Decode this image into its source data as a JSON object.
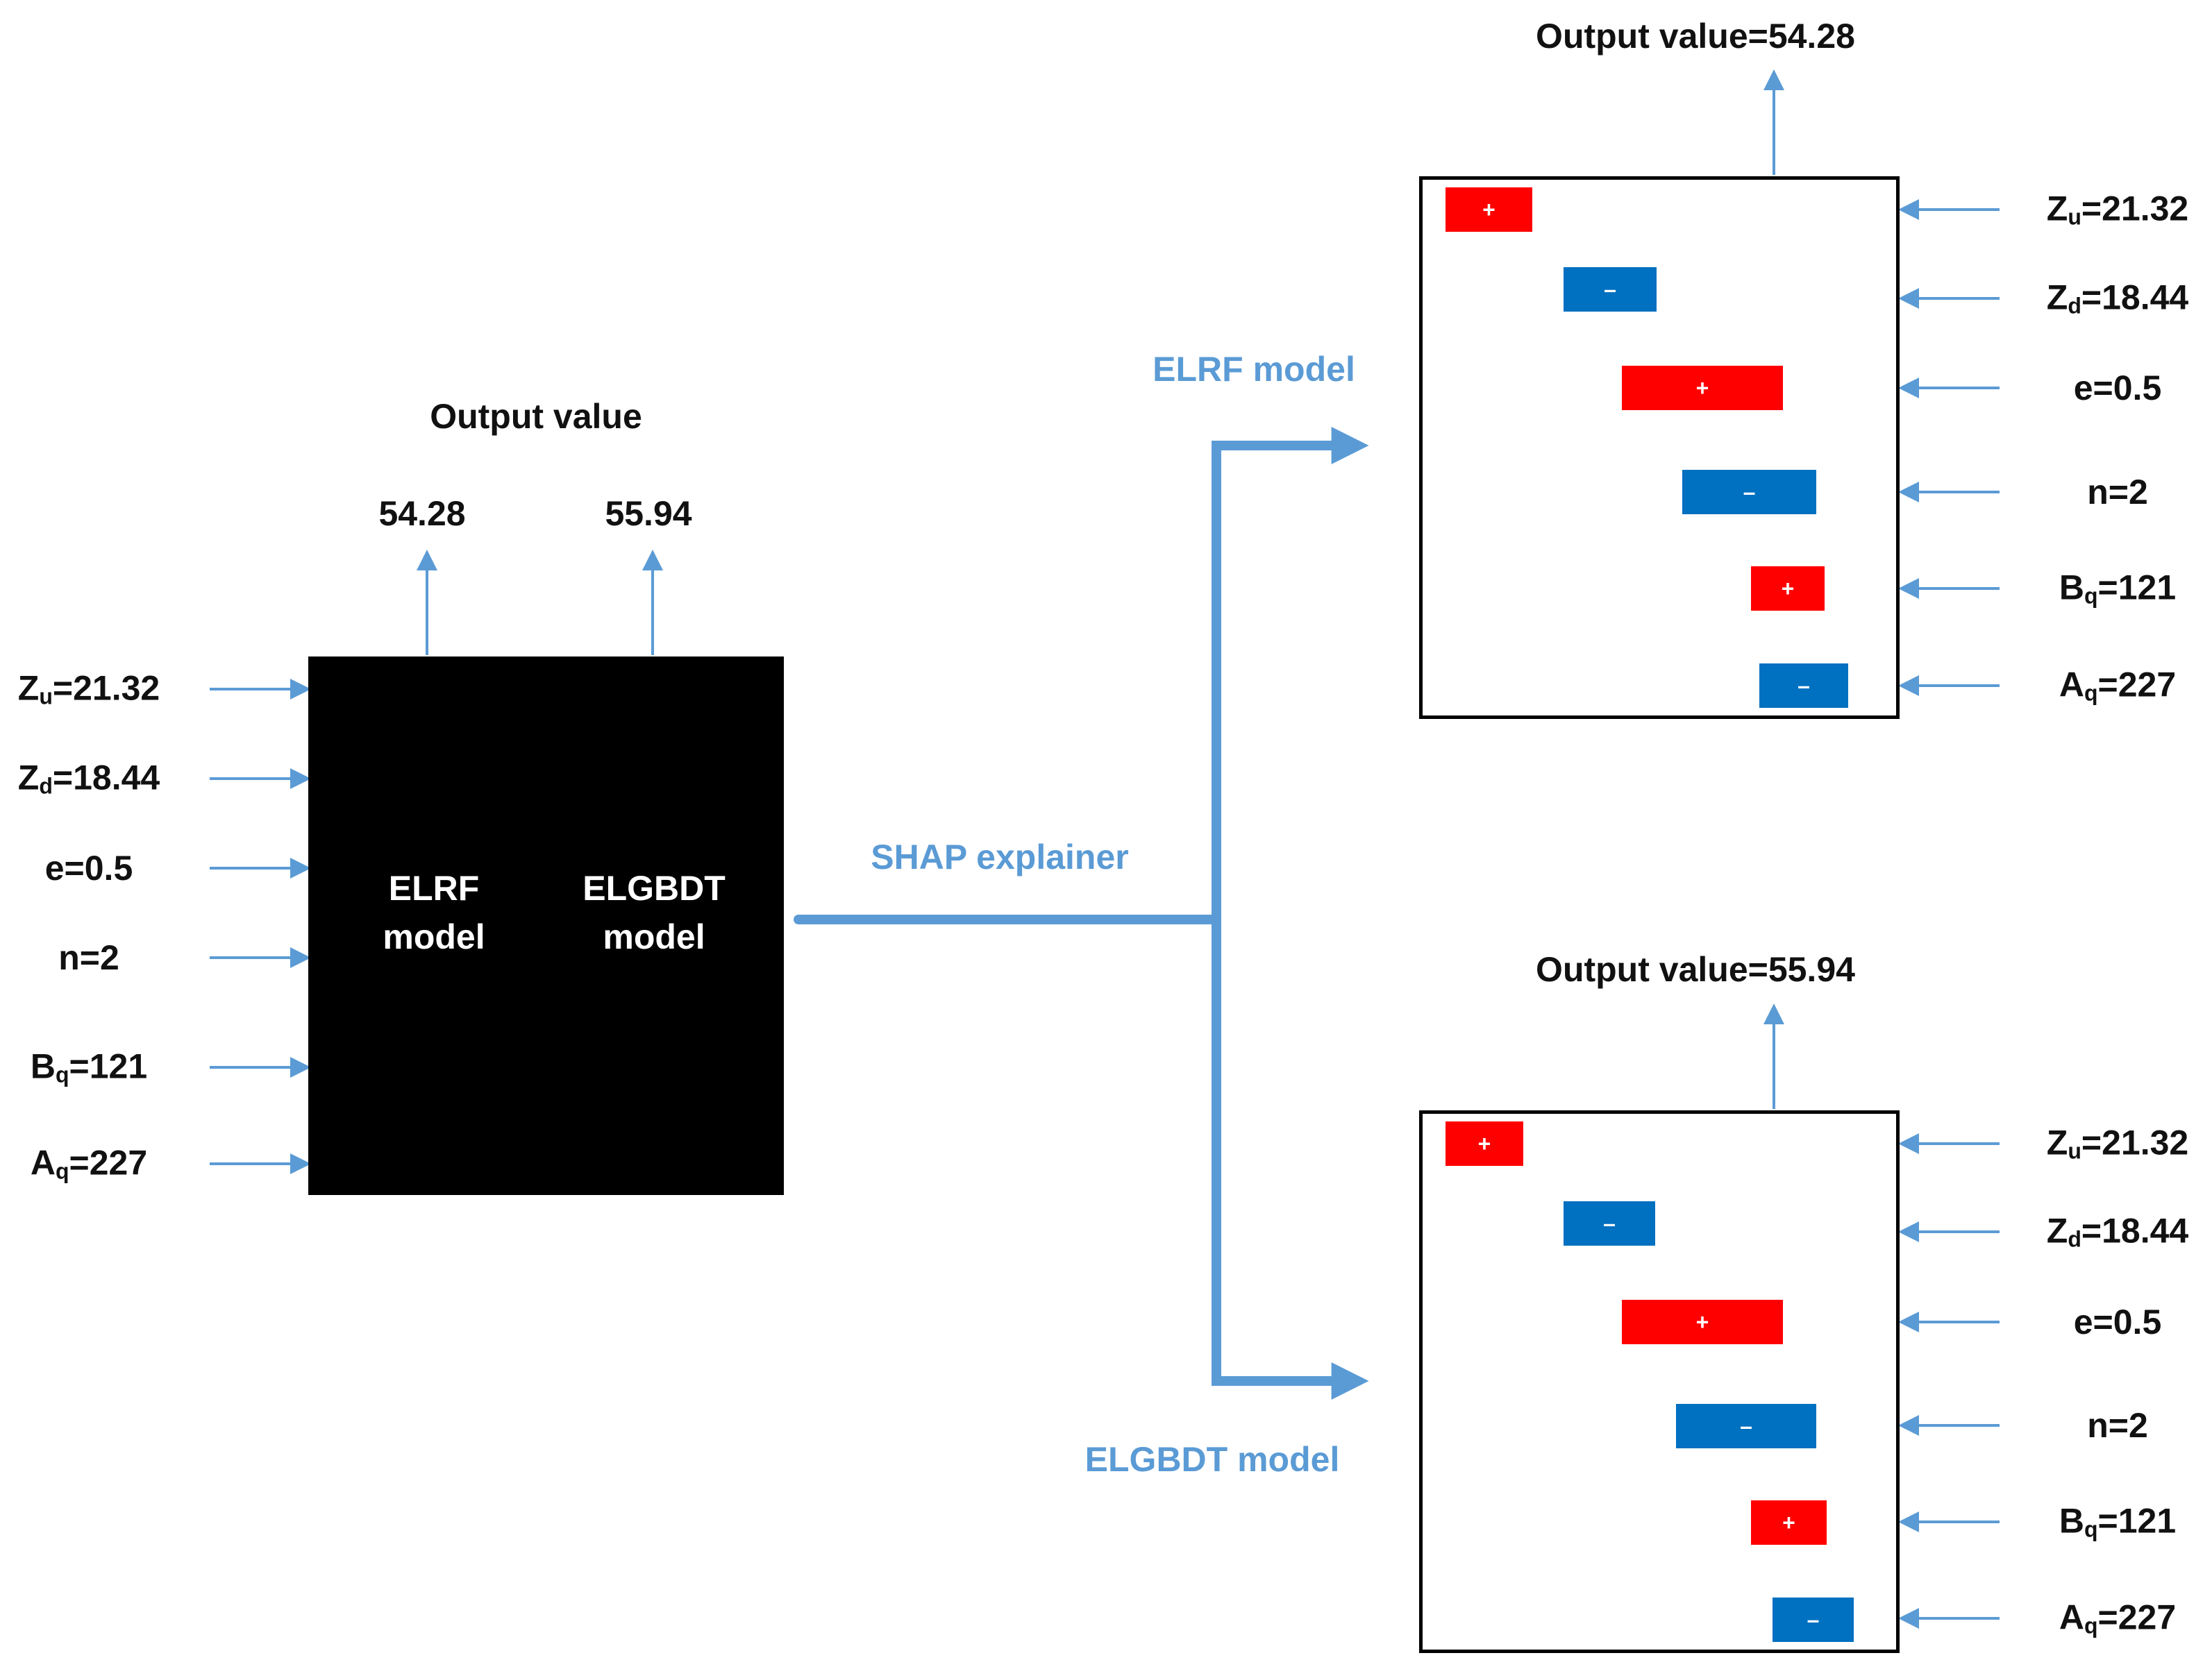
{
  "blackbox": {
    "output_heading": "Output value",
    "output_values": [
      "54.28",
      "55.94"
    ],
    "models": [
      {
        "line1": "ELRF",
        "line2": "model"
      },
      {
        "line1": "ELGBDT",
        "line2": "model"
      }
    ]
  },
  "inputs": [
    {
      "base": "Z",
      "sub": "u",
      "rest": "=21.32"
    },
    {
      "base": "Z",
      "sub": "d",
      "rest": "=18.44"
    },
    {
      "base": "e=0.5",
      "sub": "",
      "rest": ""
    },
    {
      "base": "n=2",
      "sub": "",
      "rest": ""
    },
    {
      "base": "B",
      "sub": "q",
      "rest": "=121"
    },
    {
      "base": "A",
      "sub": "q",
      "rest": "=227"
    }
  ],
  "explainer_label": "SHAP explainer",
  "panels": [
    {
      "model_label": "ELRF model",
      "output_label": "Output value=54.28",
      "bars": [
        {
          "sign": "+",
          "label": "+"
        },
        {
          "sign": "-",
          "label": "–"
        },
        {
          "sign": "+",
          "label": "+"
        },
        {
          "sign": "-",
          "label": "–"
        },
        {
          "sign": "+",
          "label": "+"
        },
        {
          "sign": "-",
          "label": "–"
        }
      ]
    },
    {
      "model_label": "ELGBDT model",
      "output_label": "Output value=55.94",
      "bars": [
        {
          "sign": "+",
          "label": "+"
        },
        {
          "sign": "-",
          "label": "–"
        },
        {
          "sign": "+",
          "label": "+"
        },
        {
          "sign": "-",
          "label": "–"
        },
        {
          "sign": "+",
          "label": "+"
        },
        {
          "sign": "-",
          "label": "–"
        }
      ]
    }
  ],
  "colors": {
    "positive": "#ff0000",
    "negative": "#0070c0",
    "arrow": "#5b9bd5",
    "label": "#5b9bd5"
  }
}
